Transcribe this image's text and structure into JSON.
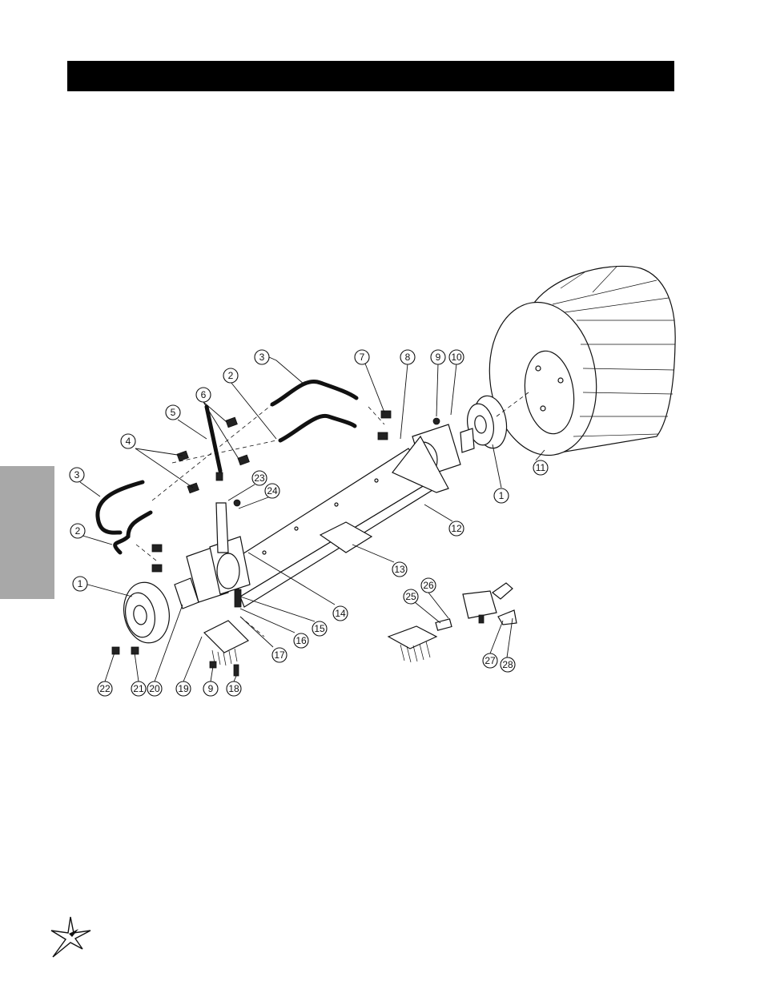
{
  "header": {
    "bar_color": "#000000"
  },
  "side_tab": {
    "color": "#a8a8a8"
  },
  "callouts": [
    "1",
    "2",
    "3",
    "4",
    "5",
    "6",
    "7",
    "8",
    "9",
    "10",
    "11",
    "12",
    "13",
    "14",
    "15",
    "16",
    "17",
    "18",
    "19",
    "20",
    "21",
    "22",
    "23",
    "24",
    "25",
    "26",
    "27",
    "28"
  ],
  "logo": {
    "icon": "star-burst-logo"
  }
}
